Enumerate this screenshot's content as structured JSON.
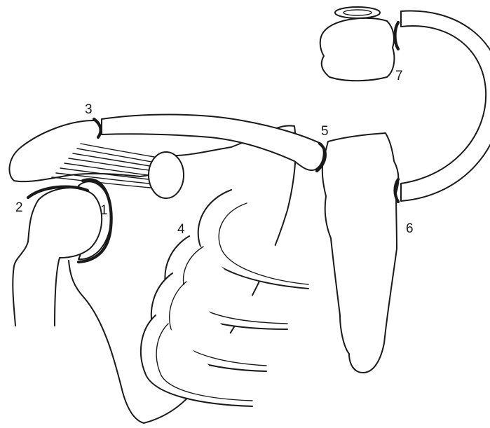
{
  "labels": {
    "j1": "1",
    "j2": "2",
    "j3": "3",
    "j4": "4",
    "j5": "5",
    "j6": "6",
    "j7": "7"
  }
}
